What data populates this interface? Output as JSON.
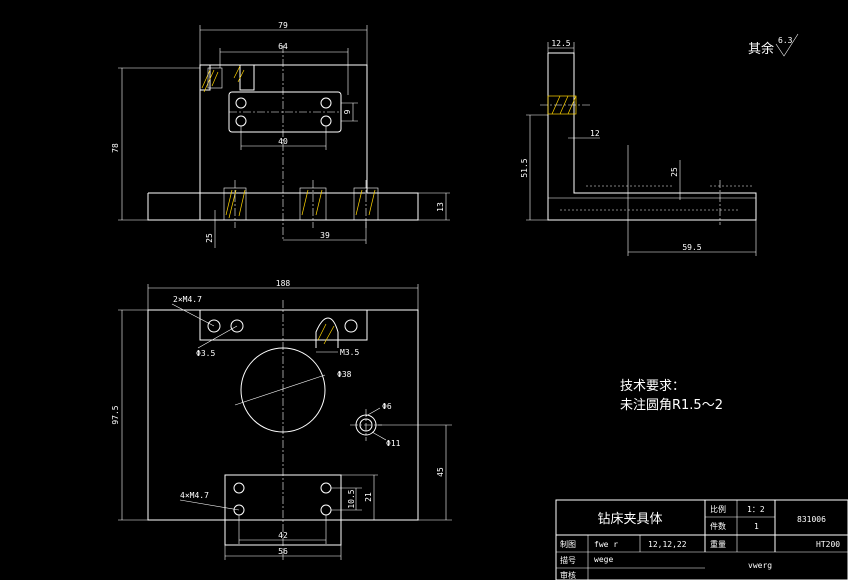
{
  "front_view": {
    "dim_width_outer": "79",
    "dim_width_inner": "64",
    "dim_height": "78",
    "dim_hole_pitch": "40",
    "dim_slot": "9",
    "dim_base_offset": "39",
    "dim_base_height": "13",
    "dim_base_gap": "25"
  },
  "side_view": {
    "dim_top_width": "12.5",
    "dim_thickness": "12",
    "dim_height": "51.5",
    "dim_base_th": "25",
    "dim_base_length": "59.5",
    "roughness_label": "其余",
    "roughness_value": "6.3"
  },
  "plan_view": {
    "dim_width": "188",
    "dim_height": "97.5",
    "holes_top": "2×M4.7",
    "hole_small": "Φ3.5",
    "slot_width": "M3.5",
    "bore": "Φ38",
    "pin_inner": "Φ6",
    "pin_outer": "Φ11",
    "dim_pin_height": "45",
    "holes_bottom": "4×M4.7",
    "dim_pad_pitch_v": "10.5",
    "dim_pad_height": "21",
    "dim_pad_pitch_h": "42",
    "dim_pad_width": "56"
  },
  "notes": {
    "title": "技术要求：",
    "line1": "未注圆角R1.5～2"
  },
  "title_block": {
    "part_name": "钻床夹具体",
    "scale_label": "比例",
    "scale_value": "1：2",
    "qty_label": "件数",
    "qty_value": "1",
    "drawing_no": "831006",
    "weight_label": "重量",
    "material": "HT200",
    "drawn_label": "制图",
    "drawn_name": "fwe r",
    "drawn_date": "12,12,22",
    "design_label": "描号",
    "design_name": "wege",
    "check_label": "审核",
    "company": "vwerg"
  }
}
